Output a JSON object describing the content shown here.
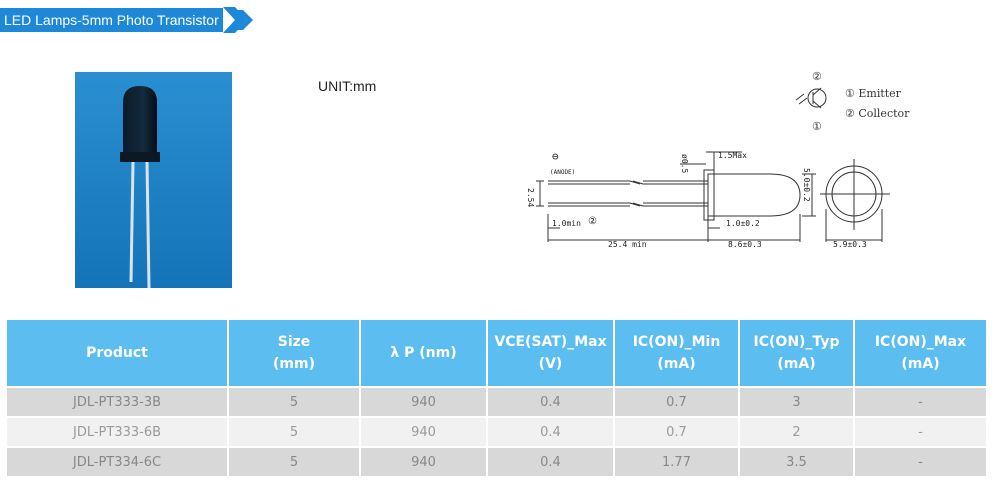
{
  "banner": {
    "title": "LED Lamps-5mm Photo Transistor"
  },
  "unit_label": "UNIT:mm",
  "pinout": {
    "pin2_num": "②",
    "pin1_num": "①",
    "emitter": "① Emitter",
    "collector": "② Collector"
  },
  "drawing": {
    "anode_symbol": "⊖",
    "anode": "(ANODE)",
    "pin2_symbol": "②",
    "dim_254": "2.54",
    "dim_10min": "1.0min",
    "dim_254min": "25.4 min",
    "dim_05": "ø0.5",
    "dim_15max": "1.5Max",
    "dim_10": "1.0±0.2",
    "dim_86": "8.6±0.3",
    "dim_50": "5.0±0.2",
    "dim_59": "5.9±0.3"
  },
  "table": {
    "headers": [
      [
        "Product"
      ],
      [
        "Size",
        "(mm)"
      ],
      [
        "λ P  (nm)"
      ],
      [
        "VCE(SAT)_Max",
        "(V)"
      ],
      [
        "IC(ON)_Min",
        "(mA)"
      ],
      [
        "IC(ON)_Typ",
        "(mA)"
      ],
      [
        "IC(ON)_Max",
        "(mA)"
      ]
    ],
    "rows": [
      [
        "JDL-PT333-3B",
        "5",
        "940",
        "0.4",
        "0.7",
        "3",
        "-"
      ],
      [
        "JDL-PT333-6B",
        "5",
        "940",
        "0.4",
        "0.7",
        "2",
        "-"
      ],
      [
        "JDL-PT334-6C",
        "5",
        "940",
        "0.4",
        "1.77",
        "3.5",
        "-"
      ]
    ]
  },
  "colors": {
    "banner": "#1e88d8",
    "header": "#5bbdf0",
    "row_dark": "#d8d8d8",
    "row_light": "#f1f1f1"
  }
}
